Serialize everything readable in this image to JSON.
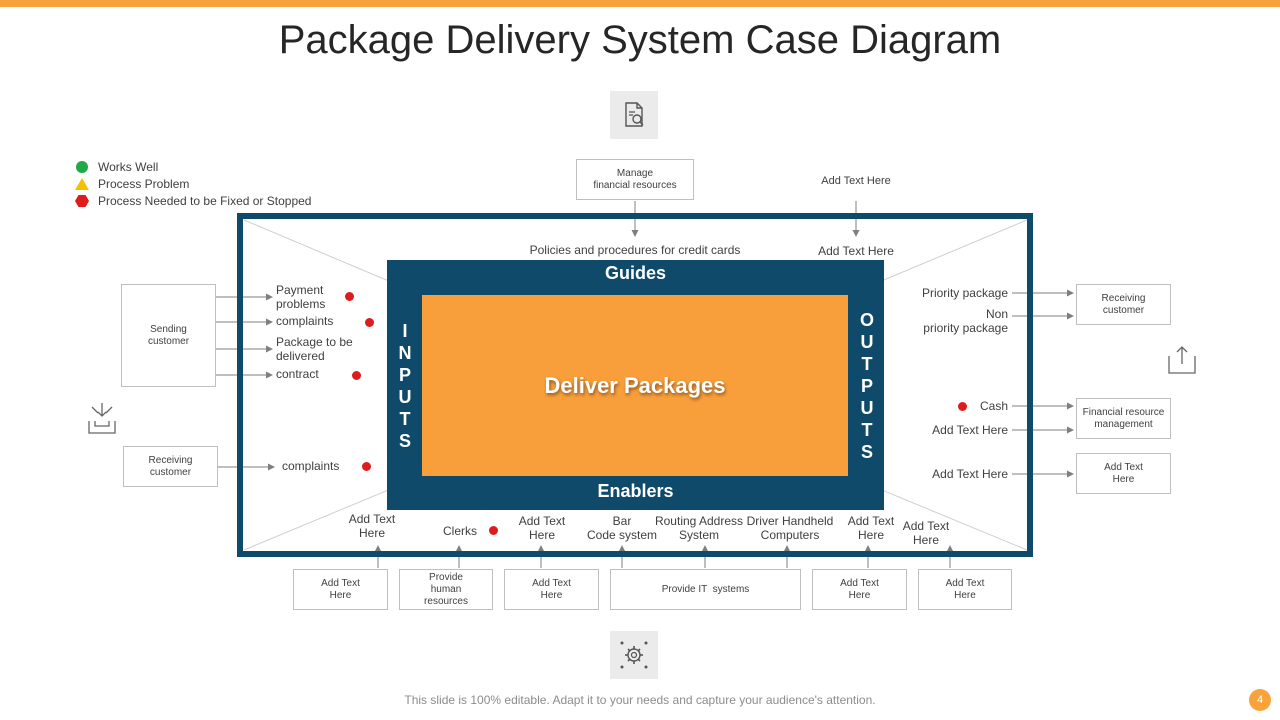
{
  "title": "Package Delivery System Case Diagram",
  "legend": [
    {
      "label": "Works Well",
      "color": "#1fa94a",
      "shape": "circle"
    },
    {
      "label": "Process Problem",
      "color": "#f5c000",
      "shape": "triangle"
    },
    {
      "label": "Process Needed to be Fixed or Stopped",
      "color": "#e01b1b",
      "shape": "hexagon"
    }
  ],
  "center": {
    "label": "Deliver Packages",
    "color": "#f89e3a"
  },
  "frame": {
    "guides": "Guides",
    "enablers": "Enablers",
    "inputs": "INPUTS",
    "outputs": "OUTPUTS"
  },
  "top": {
    "manage_box": "Manage\nfinancial resources",
    "add_text_top": "Add Text Here",
    "policies": "Policies and procedures for credit cards",
    "add_text_inner": "Add Text Here"
  },
  "left": {
    "sending_customer": "Sending\ncustomer",
    "receiving_customer": "Receiving\ncustomer",
    "inputs": [
      "Payment\nproblems",
      "complaints",
      "Package to be\ndelivered",
      "contract"
    ],
    "complaints2": "complaints"
  },
  "right": {
    "priority": "Priority package",
    "non_priority": "Non\npriority package",
    "cash": "Cash",
    "add_text_1": "Add Text Here",
    "add_text_2": "Add Text Here",
    "receiving_customer": "Receiving\ncustomer",
    "financial_box": "Financial resource\nmanagement",
    "add_text_box": "Add Text\nHere"
  },
  "bottom": {
    "labels": [
      "Add Text\nHere",
      "Clerks",
      "Add Text\nHere",
      "Bar\nCode system",
      "Routing Address\nSystem",
      "Driver Handheld\nComputers",
      "Add Text\nHere",
      "Add Text\nHere"
    ],
    "boxes": [
      "Add Text\nHere",
      "Provide\nhuman\nresources",
      "Add Text\nHere",
      "Provide IT  systems",
      "Add Text\nHere",
      "Add Text\nHere"
    ]
  },
  "footer": "This slide is 100% editable. Adapt it to your needs and capture your audience's attention.",
  "page_number": "4",
  "icons": [
    "document-search-icon",
    "share-icon",
    "inbox-download-icon",
    "gear-network-icon"
  ],
  "colors": {
    "accent": "#f7a23b",
    "navy": "#0f4a6b",
    "red": "#e01b1b"
  }
}
